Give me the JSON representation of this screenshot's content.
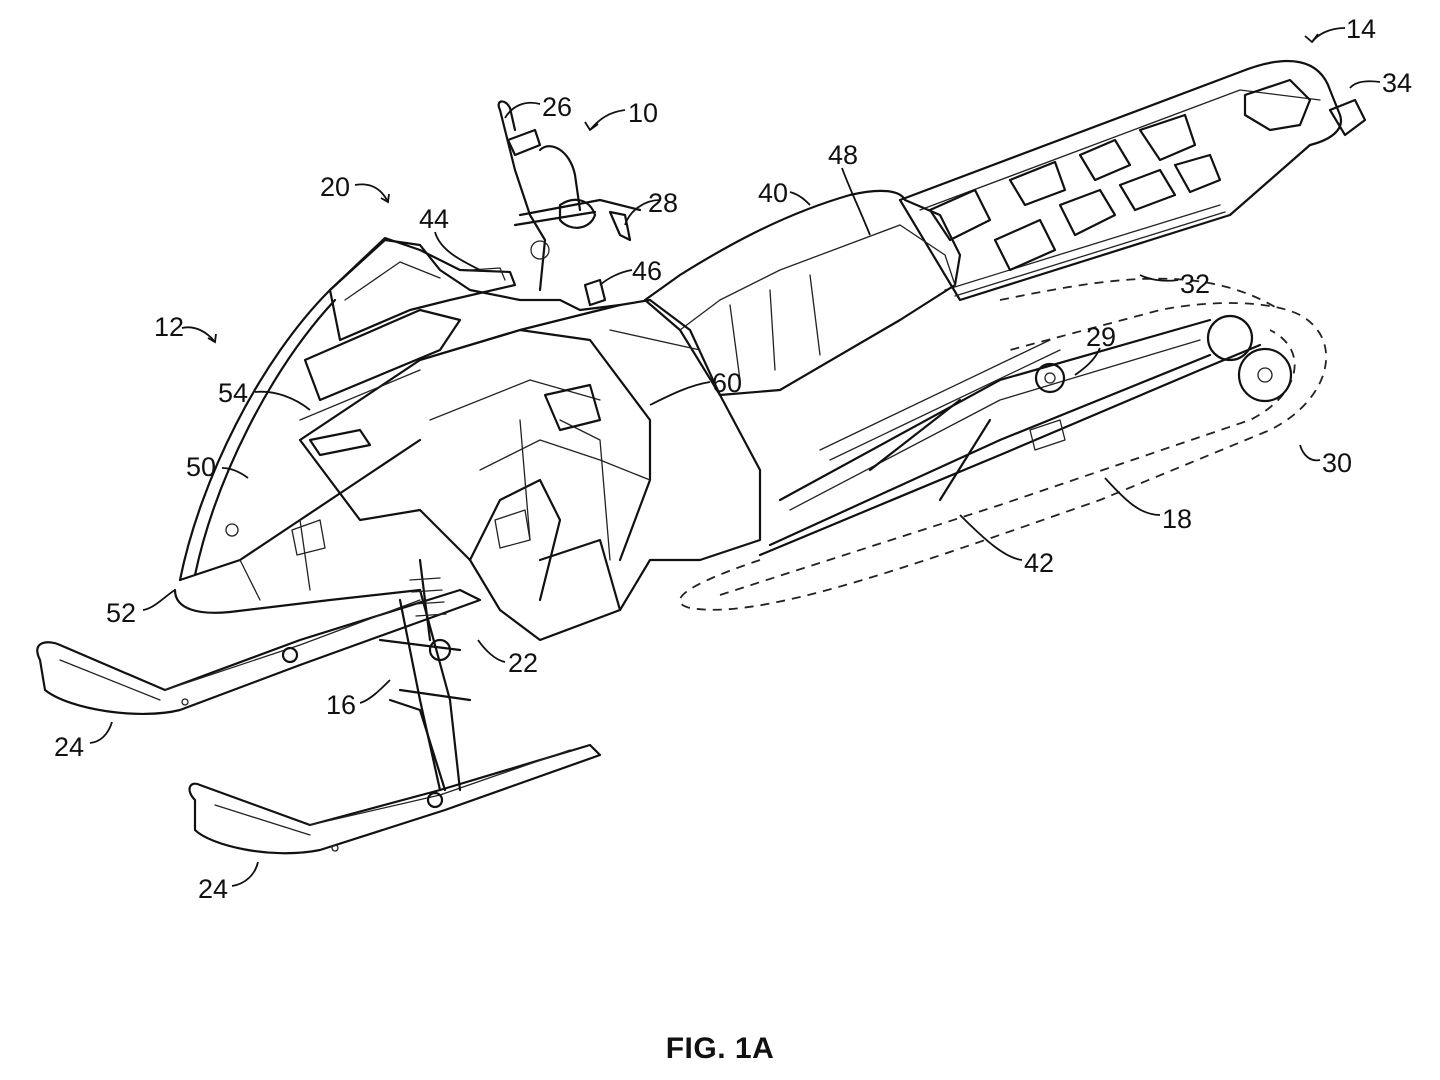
{
  "figure": {
    "caption": "FIG. 1A",
    "subject": "snowmobile",
    "reference_numerals": {
      "vehicle": "10",
      "front_end": "12",
      "rear_end": "14",
      "front_suspension": "16",
      "rear_suspension": "18",
      "body": "20",
      "steering_column": "22",
      "ski_left": "24",
      "ski_right": "24",
      "handlebar": "26",
      "handlebar_grip": "28",
      "idler_wheel": "29",
      "track": "30",
      "tunnel": "32",
      "rear_bumper": "34",
      "seat": "40",
      "frame": "42",
      "windshield": "44",
      "fuel_cap": "46",
      "seat_rear": "48",
      "hood": "50",
      "front_bumper": "52",
      "headlight": "54",
      "side_panel": "60"
    }
  }
}
